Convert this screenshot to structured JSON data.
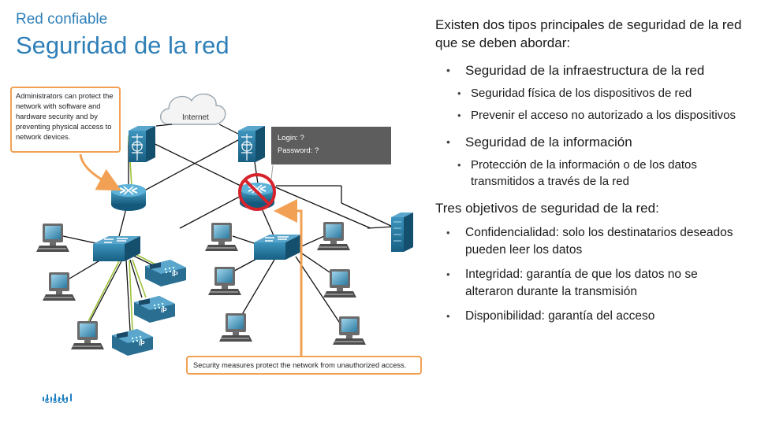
{
  "header": {
    "section": "Red confiable",
    "title": "Seguridad de la red"
  },
  "diagram": {
    "callout_top": "Administrators can protect the network with software and hardware security and by preventing physical access to network devices.",
    "callout_bottom": "Security measures protect the network from unauthorized access.",
    "cloud_label": "Internet",
    "login_line": "Login: ?",
    "password_line": "Password: ?",
    "ip_label": "IP",
    "icons": [
      "cloud-icon",
      "firewall-icon",
      "router-icon",
      "switch-icon",
      "pc-icon",
      "ip-phone-icon",
      "server-icon",
      "prohibited-icon",
      "arrow-icon"
    ],
    "colors": {
      "callout_border": "#f2a154",
      "device_blue": "#1f6e95",
      "prohibit_red": "#d7232c",
      "link_green": "#9cc23a",
      "login_bg": "#5d5d5d"
    }
  },
  "content": {
    "intro": "Existen dos tipos principales de seguridad de la red que se deben abordar:",
    "types": [
      {
        "label": "Seguridad de la infraestructura de la red",
        "subitems": [
          "Seguridad física de los dispositivos de red",
          "Prevenir el acceso no autorizado a los dispositivos"
        ]
      },
      {
        "label": "Seguridad de la información",
        "subitems": [
          "Protección de la información o de los datos transmitidos a través de la red"
        ]
      }
    ],
    "objectives_heading": "Tres objetivos de seguridad de la red:",
    "objectives": [
      "Confidencialidad: solo los destinatarios deseados pueden leer los datos",
      "Integridad: garantía de que los datos no se alteraron durante la transmisión",
      "Disponibilidad: garantía del acceso"
    ]
  },
  "footer": {
    "brand": "CISCO",
    "accent": "#2e7fb8"
  }
}
